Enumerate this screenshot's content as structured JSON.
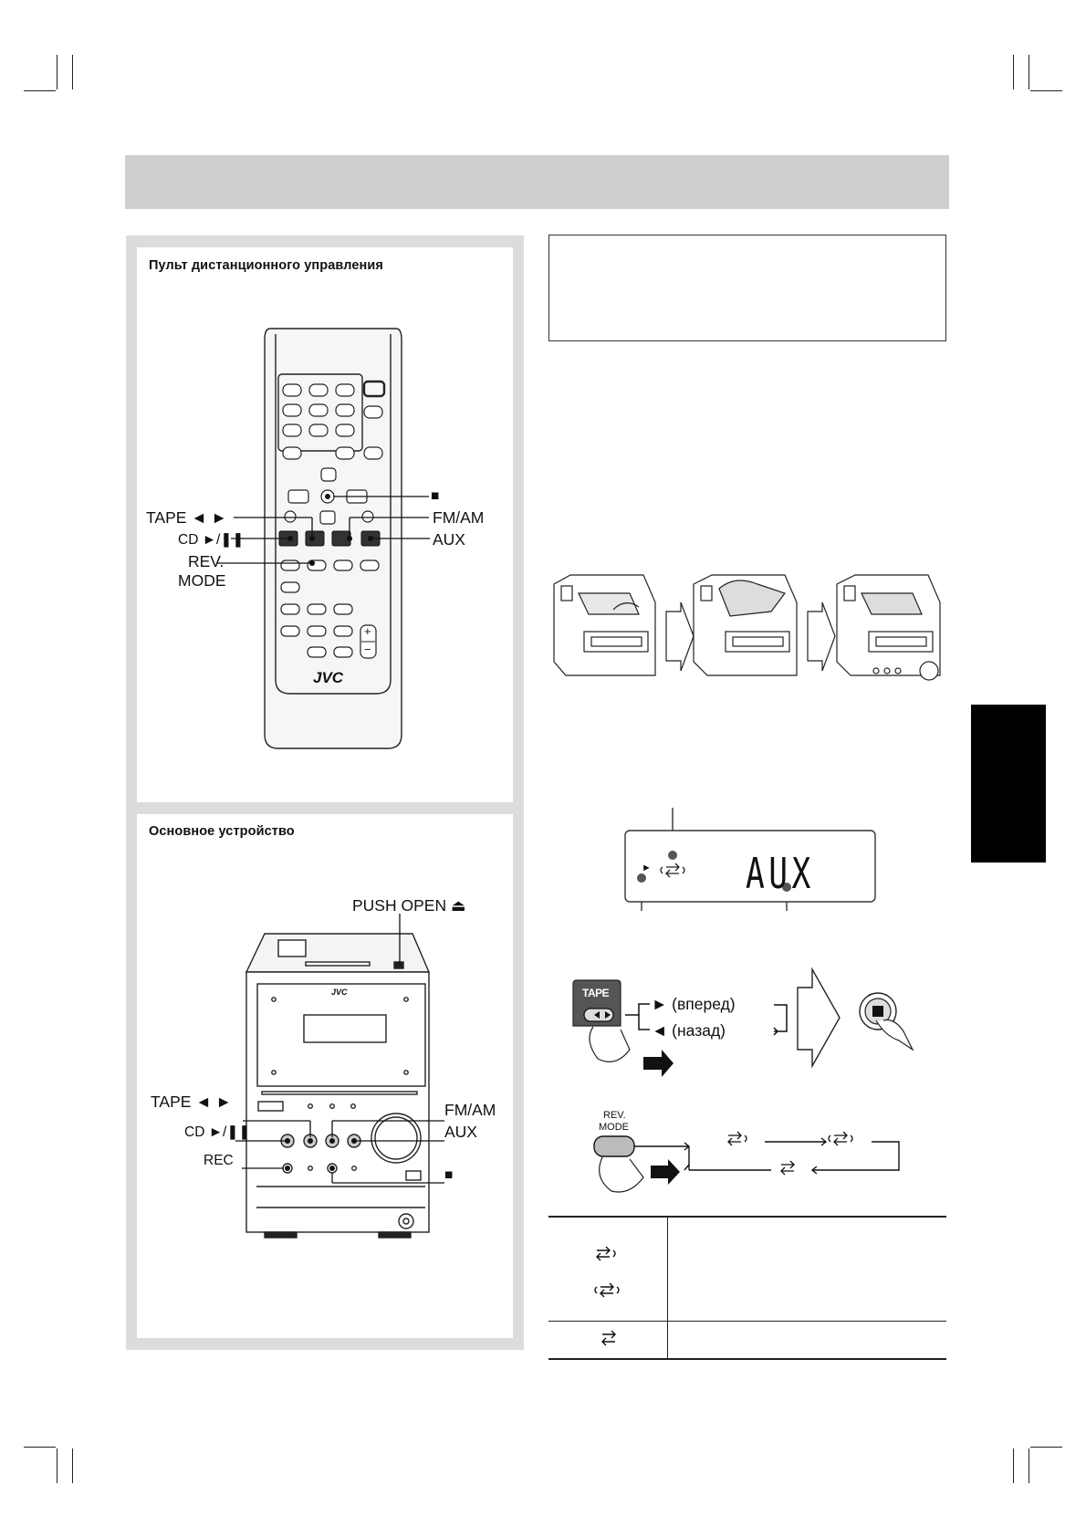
{
  "remote_panel": {
    "title": "Пульт дистанционного управления",
    "brand": "JVC",
    "labels": {
      "tape": "TAPE ◄ ►",
      "cd": "CD ►/❚❚",
      "rev": "REV.",
      "mode": "MODE",
      "stop": "■",
      "fmam": "FM/AM",
      "aux": "AUX"
    },
    "keys": {
      "plus": "+",
      "minus": "−"
    }
  },
  "unit_panel": {
    "title": "Основное устройство",
    "brand": "JVC",
    "labels": {
      "push_open": "PUSH OPEN ⏏",
      "tape": "TAPE ◄ ►",
      "cd": "CD ►/❚❚",
      "rec": "REC",
      "fmam": "FM/AM",
      "aux": "AUX",
      "stop": "■"
    }
  },
  "display": {
    "text": "AUX",
    "play_indicator": "►"
  },
  "tape_diagram": {
    "button": "TAPE",
    "forward": "► (вперед)",
    "backward": "◄  (назад)"
  },
  "rev_mode_diagram": {
    "line1": "REV.",
    "line2": "MODE"
  },
  "colors": {
    "header_bar": "#cfcfcf",
    "panel_border": "#dcdcdc",
    "side_tab": "#000000"
  }
}
